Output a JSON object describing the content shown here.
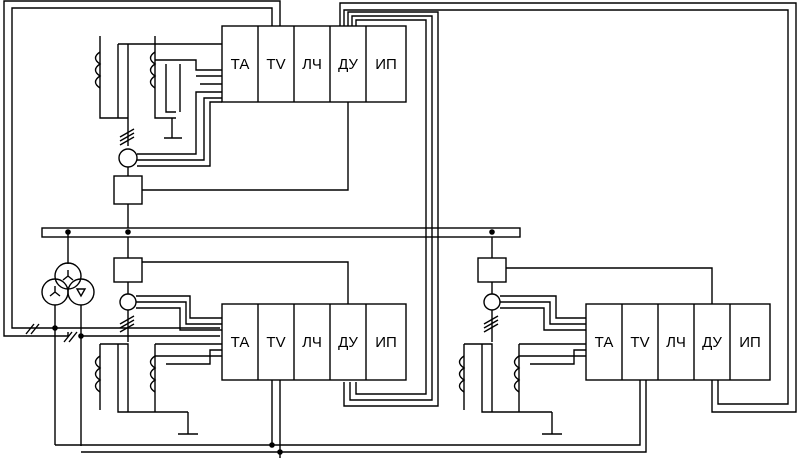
{
  "colors": {
    "line": "#000000",
    "background": "#ffffff"
  },
  "devices": [
    {
      "id": "device-1",
      "cells": [
        "ТА",
        "TV",
        "ЛЧ",
        "ДУ",
        "ИП"
      ]
    },
    {
      "id": "device-2",
      "cells": [
        "ТА",
        "TV",
        "ЛЧ",
        "ДУ",
        "ИП"
      ]
    },
    {
      "id": "device-3",
      "cells": [
        "ТА",
        "TV",
        "ЛЧ",
        "ДУ",
        "ИП"
      ]
    }
  ]
}
